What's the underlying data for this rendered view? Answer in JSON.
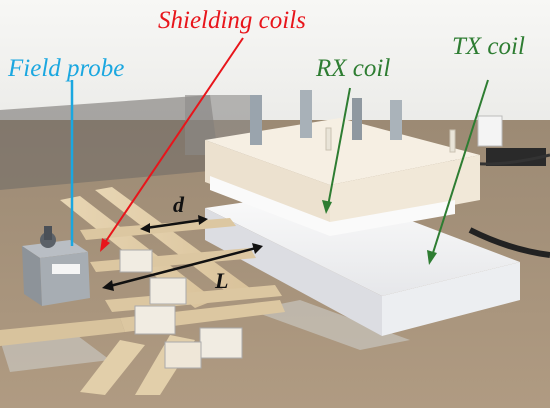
{
  "labels": {
    "shielding_coils": "Shielding coils",
    "field_probe": "Field probe",
    "rx_coil": "RX coil",
    "tx_coil": "TX coil",
    "dim_d": "d",
    "dim_L": "L"
  },
  "colors": {
    "shielding_coils": "#e8151b",
    "field_probe": "#1aa7e0",
    "rx_coil": "#2e7d32",
    "tx_coil": "#2e7d32",
    "dimension_arrows": "#111111"
  }
}
